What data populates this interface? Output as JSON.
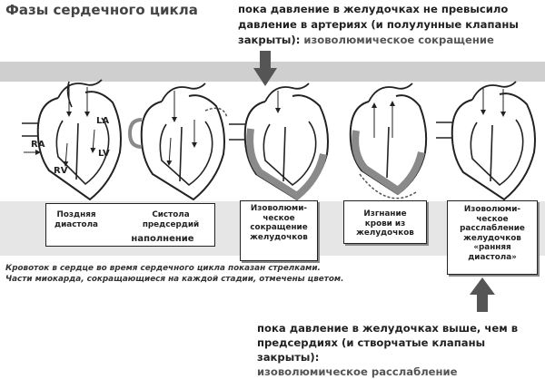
{
  "title": "Фазы сердечного цикла",
  "top_caption": {
    "line1": "пока давление в желудочках не превысило",
    "line2": "давление в артериях (и полулунные клапаны",
    "line3_a": "закрыты): ",
    "line3_b": "изоволюмическое сокращение"
  },
  "chambers": {
    "ra": "RA",
    "la": "LA",
    "rv": "RV",
    "lv": "LV"
  },
  "phases": {
    "filling_late_1": "Поздняя",
    "filling_late_2": "диастола",
    "filling_atrial_1": "Систола",
    "filling_atrial_2": "предсердий",
    "filling": "наполнение",
    "iso_contraction": [
      "Изоволюми-",
      "ческое",
      "сокращение",
      "желудочков"
    ],
    "ejection": [
      "Изгнание",
      "крови из",
      "желудочков"
    ],
    "iso_relaxation": [
      "Изоволюми-",
      "ческое",
      "расслабление",
      "желудочков",
      "«ранняя",
      "диастола»"
    ]
  },
  "legend": {
    "line1": "Кровоток в сердце во время сердечного цикла показан стрелками.",
    "line2": "Части миокарда, сокращающиеся на каждой стадии, отмечены цветом."
  },
  "bottom_caption": {
    "line1": "пока давление в желудочках выше, чем в",
    "line2": "предсердиях (и створчатые клапаны закрыты):",
    "line3": "изоволюмическое расслабление"
  },
  "colors": {
    "contracted_myocardium": "#8a8a8a",
    "band": "#cfcfcf",
    "arrow": "#555555"
  }
}
